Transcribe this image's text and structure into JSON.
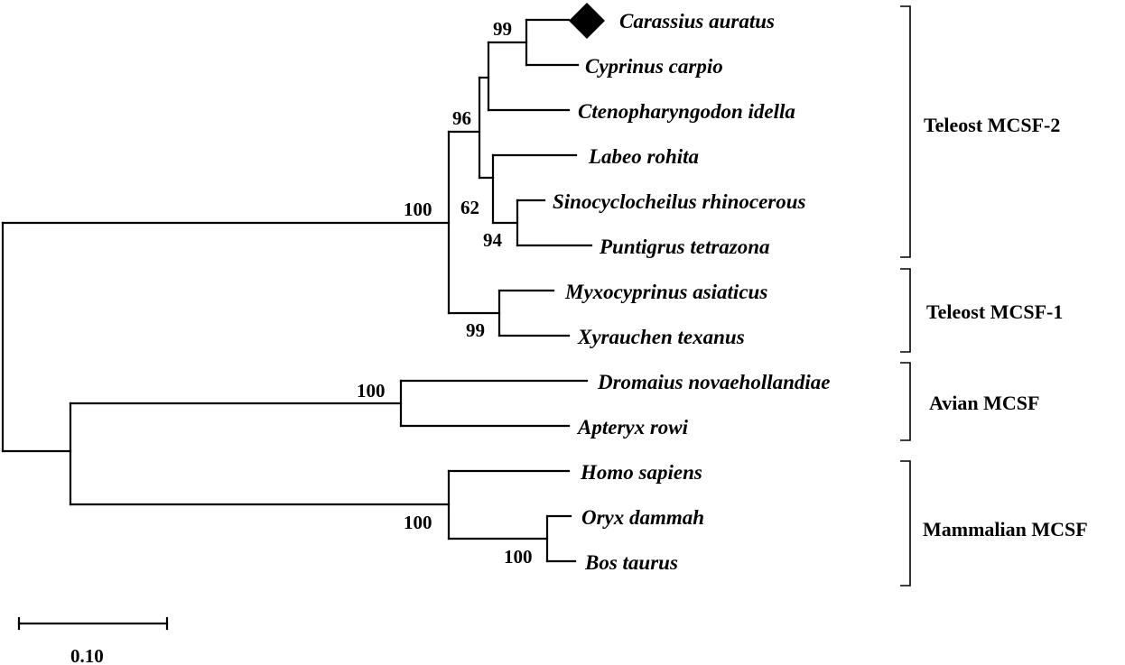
{
  "species": {
    "carassius": "Carassius auratus",
    "cyprinus": "Cyprinus carpio",
    "ctenopharyngodon": "Ctenopharyngodon idella",
    "labeo": "Labeo rohita",
    "sinocyclocheilus": "Sinocyclocheilus rhinocerous",
    "puntigrus": "Puntigrus tetrazona",
    "myxocyprinus": "Myxocyprinus asiaticus",
    "xyrauchen": "Xyrauchen texanus",
    "dromaius": "Dromaius novaehollandiae",
    "apteryx": "Apteryx rowi",
    "homo": "Homo sapiens",
    "oryx": "Oryx dammah",
    "bos": "Bos taurus"
  },
  "bootstrap": {
    "carassius_cyprinus": "99",
    "cyprinid_mcsf2": "96",
    "labeo_group": "62",
    "sino_puntigrus": "94",
    "teleost": "100",
    "myxo_xyrauchen": "99",
    "avian": "100",
    "mammal": "100",
    "oryx_bos": "100"
  },
  "groups": {
    "teleost_mcsf2": "Teleost MCSF-2",
    "teleost_mcsf1": "Teleost MCSF-1",
    "avian_mcsf": "Avian MCSF",
    "mammalian_mcsf": "Mammalian MCSF"
  },
  "scale_bar": {
    "label": "0.10"
  },
  "marker": {
    "icon": "diamond-icon",
    "color": "#000000"
  }
}
